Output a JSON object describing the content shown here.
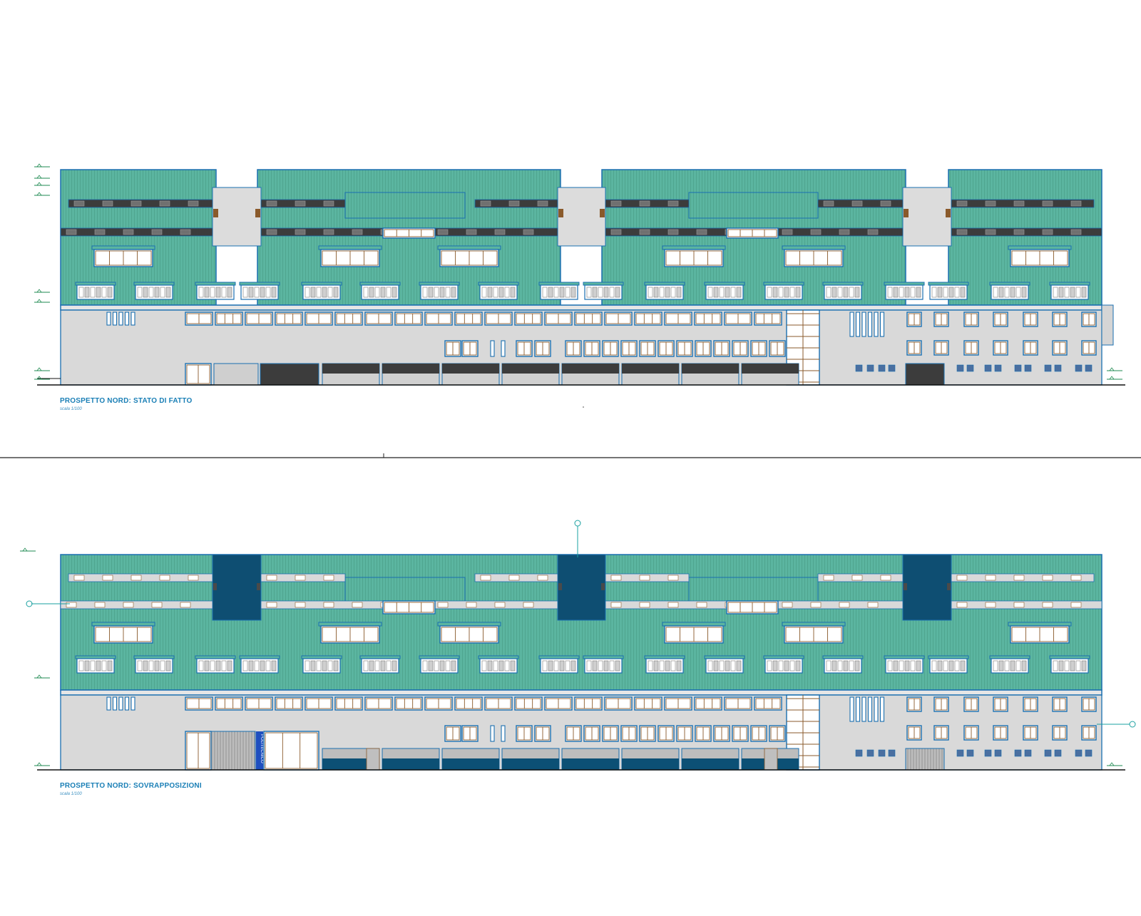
{
  "drawing": {
    "elevation_1": {
      "title": "PROSPETTO NORD: STATO DI FATTO",
      "scale": "scala 1/100"
    },
    "elevation_2": {
      "title": "PROSPETTO NORD: SOVRAPPOSIZIONI",
      "scale": "scala 1/100",
      "sign_text": "POLITECNICO"
    }
  },
  "colors": {
    "roof_green": "#5bb5a0",
    "roof_stripe": "#4a9e88",
    "outline_blue": "#1a6fb0",
    "wall_grey": "#d9d9d9",
    "band_dark": "#3c3c3c",
    "tower_navy": "#0e4e72",
    "glass_navy": "#0c5075",
    "frame_brown": "#8a5a2b",
    "sign_blue": "#1f4fbf",
    "caption_blue": "#1a7fb6"
  }
}
